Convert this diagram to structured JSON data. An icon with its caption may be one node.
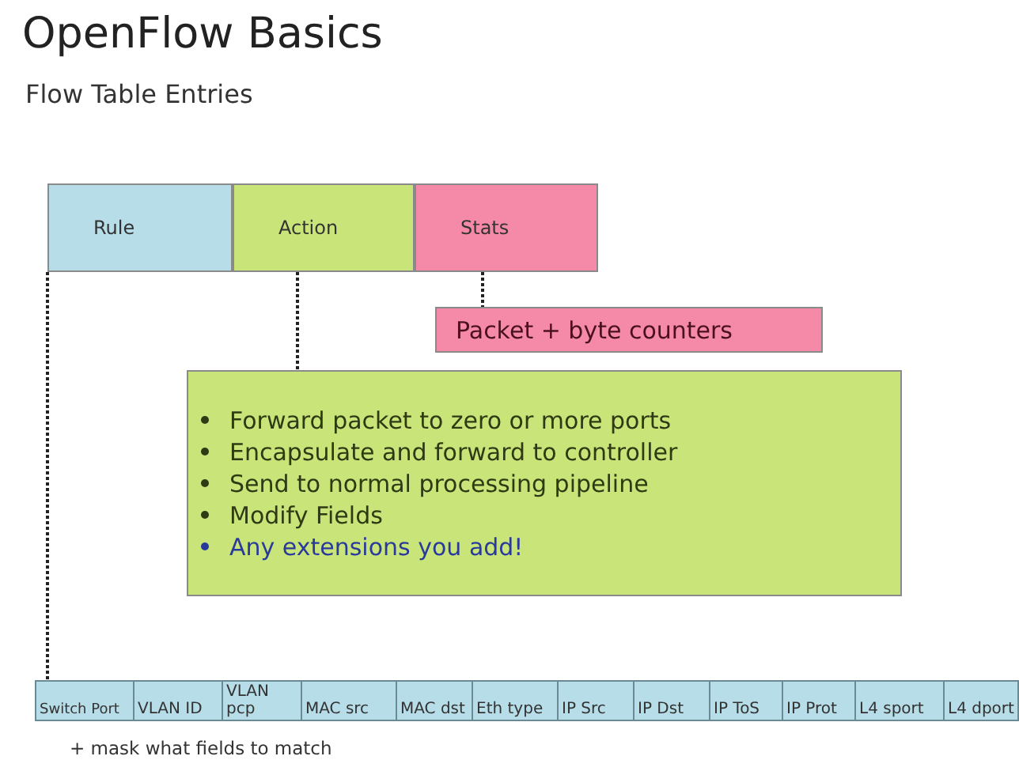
{
  "diagram": {
    "title": "OpenFlow Basics",
    "nodes": [
      {
        "text": [
          "Rule"
        ]
      },
      {
        "text": [
          "Action"
        ]
      },
      {
        "text": [
          "Stats"
        ]
      },
      {
        "text": [
          "Packet + byte counters"
        ]
      },
      {
        "text": [
          "Forward packet to zero or more ports",
          "Encapsulate and forward to controller",
          "Send to normal processing pipeline",
          "Modify Fields",
          "Any extensions you add!"
        ]
      },
      {
        "text": [
          "Switch Port"
        ]
      },
      {
        "text": [
          "VLAN ID"
        ]
      },
      {
        "text": [
          "VLAN pcp"
        ]
      },
      {
        "text": [
          "MAC src"
        ]
      },
      {
        "text": [
          "MAC dst"
        ]
      },
      {
        "text": [
          "Eth type"
        ]
      },
      {
        "text": [
          "IP Src"
        ]
      },
      {
        "text": [
          "IP Dst"
        ]
      },
      {
        "text": [
          "IP ToS"
        ]
      },
      {
        "text": [
          "IP Prot"
        ]
      },
      {
        "text": [
          "L4 sport"
        ]
      },
      {
        "text": [
          "L4 dport"
        ]
      }
    ],
    "edges": [
      {
        "from": 0,
        "to": 5,
        "arrow": "none",
        "style": "dashed"
      },
      {
        "from": 1,
        "to": 4,
        "arrow": "none",
        "style": "dashed"
      },
      {
        "from": 2,
        "to": 3,
        "arrow": "none",
        "style": "dashed"
      }
    ],
    "labels": [
      "Flow Table Entries",
      "+ mask what fields to match"
    ]
  }
}
